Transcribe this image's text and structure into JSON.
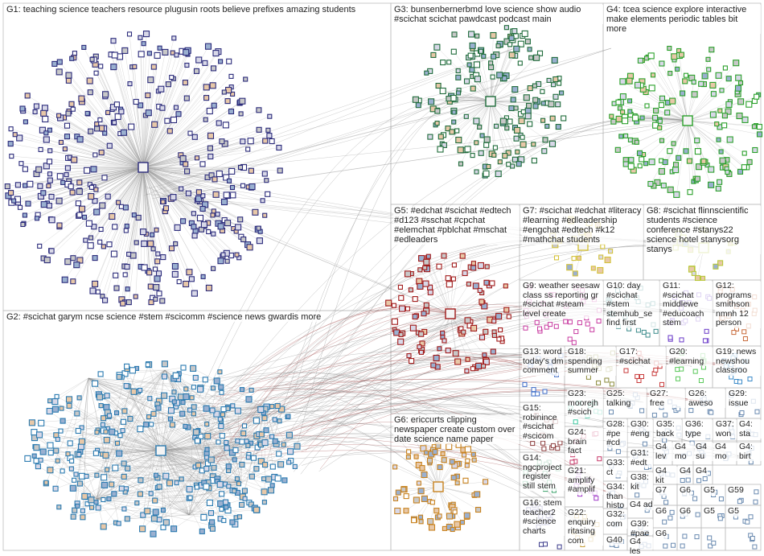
{
  "groups": [
    {
      "id": "G1",
      "label": "G1: teaching science teachers resource plugusin roots believe prefixes amazing students",
      "color": "#2a2a7a"
    },
    {
      "id": "G2",
      "label": "G2: #scichat garym ncse science #stem #scicomm #science news gwardis more",
      "color": "#2a7ab0"
    },
    {
      "id": "G3",
      "label": "G3: bunsenbernerbmd love science show audio #scichat scichat pawdcast podcast main",
      "color": "#1e6b3a"
    },
    {
      "id": "G4",
      "label": "G4: tcea science explore interactive make elements periodic tables bit more",
      "color": "#2aa02a"
    },
    {
      "id": "G5",
      "label": "G5: #edchat #scichat #edtech #d123 #sschat #cpchat #elemchat #pblchat #mschat #edleaders",
      "color": "#a01818"
    },
    {
      "id": "G6",
      "label": "G6: ericcurts clipping newspaper create custom over date science name paper",
      "color": "#c8821e"
    },
    {
      "id": "G7",
      "label": "G7: #scichat #edchat #literacy #learning #edleadership #engchat #edtech #k12 #mathchat students",
      "color": "#d4c23a"
    },
    {
      "id": "G8",
      "label": "G8: #scichat flinnscientific students #science conference #stanys22 science hotel stanysorg stanys",
      "color": "#b8c83a"
    },
    {
      "id": "G9",
      "label": "G9: weather seesaw class ss reporting gr #scichat #steam level create",
      "color": "#c83aa0"
    },
    {
      "id": "G10",
      "label": "G10: day #scichat #stem stemhub_se find first",
      "color": "#3a8a8a"
    },
    {
      "id": "G11",
      "label": "G11: #scichat middlewe #educoach stem",
      "color": "#6a3ac8"
    },
    {
      "id": "G12",
      "label": "G12: programs smithson nmnh 12 person",
      "color": "#c86a3a"
    },
    {
      "id": "G13",
      "label": "G13: word today's dm comment",
      "color": "#3a6ac8"
    },
    {
      "id": "G14",
      "label": "G14: ngcproject register still stem",
      "color": "#3aa06a"
    },
    {
      "id": "G15",
      "label": "G15: robinince #scichat #scicom",
      "color": "#8a3a3a"
    },
    {
      "id": "G16",
      "label": "G16: stem teacher2 #science charts",
      "color": "#3a3a8a"
    },
    {
      "id": "G17",
      "label": "G17: #scichat",
      "color": "#c83a3a"
    },
    {
      "id": "G18",
      "label": "G18: spending summer",
      "color": "#8a8a3a"
    },
    {
      "id": "G19",
      "label": "G19: news newshou classroo",
      "color": "#3a8ac8"
    },
    {
      "id": "G20",
      "label": "G20: #learning",
      "color": "#5ac85a"
    },
    {
      "id": "G21",
      "label": "G21: amplify #amplif",
      "color": "#a03ac8"
    },
    {
      "id": "G22",
      "label": "G22: enquiry ritasing com",
      "color": "#c8a03a"
    },
    {
      "id": "G23",
      "label": "G23: moorejh #scich",
      "color": "#3ac8a0"
    },
    {
      "id": "G24",
      "label": "G24: brain fact",
      "color": "#c83a6a"
    },
    {
      "id": "G25",
      "label": "G25: talking",
      "color": "#6a6a6a"
    },
    {
      "id": "G26",
      "label": "G26: aweso",
      "color": "#3a6a3a"
    },
    {
      "id": "G27",
      "label": "G27: free",
      "color": "#6a3a6a"
    },
    {
      "id": "G28",
      "label": "G28: #pe #cd",
      "color": "#3a3ac8"
    },
    {
      "id": "G29",
      "label": "G29: issue",
      "color": "#c86a6a"
    },
    {
      "id": "G30",
      "label": "G30: #eng",
      "color": "#6ac86a"
    },
    {
      "id": "G31",
      "label": "G31: #edt",
      "color": "#6a6ac8"
    },
    {
      "id": "G32",
      "label": "G32: com",
      "color": "#c8c86a"
    },
    {
      "id": "G33",
      "label": "G33: ct",
      "color": "#6ac8c8"
    },
    {
      "id": "G34",
      "label": "G34: than histo",
      "color": "#c86ac8"
    },
    {
      "id": "G35",
      "label": "G35: back",
      "color": "#8a5a3a"
    },
    {
      "id": "G36",
      "label": "G36: type",
      "color": "#3a5a8a"
    },
    {
      "id": "G37",
      "label": "G37: won",
      "color": "#5a8a3a"
    },
    {
      "id": "G38",
      "label": "G38: kit",
      "color": "#8a3a5a"
    },
    {
      "id": "G39",
      "label": "G39: #pae",
      "color": "#3a8a5a"
    },
    {
      "id": "G40",
      "label": "G40",
      "color": "#5a3a8a"
    }
  ],
  "cell_labels": {
    "G4_small": "G4: sta",
    "G4x_small": "G4: birt",
    "G4a": "G4 lev",
    "G4b": "G4 mo",
    "G4c": "G4 su",
    "G4d": "G4 mo",
    "G4e": "G4 ad",
    "G4f": "G4 les",
    "G4g": "G4 kit",
    "G59": "G59",
    "G5a": "G5",
    "G5b": "G5",
    "G5c": "G5",
    "G6a": "G6",
    "G6b": "G6",
    "G6c": "G6",
    "G6d": "G6",
    "G7a": "G7",
    "G4h": "G4",
    "G4i": "G4"
  }
}
